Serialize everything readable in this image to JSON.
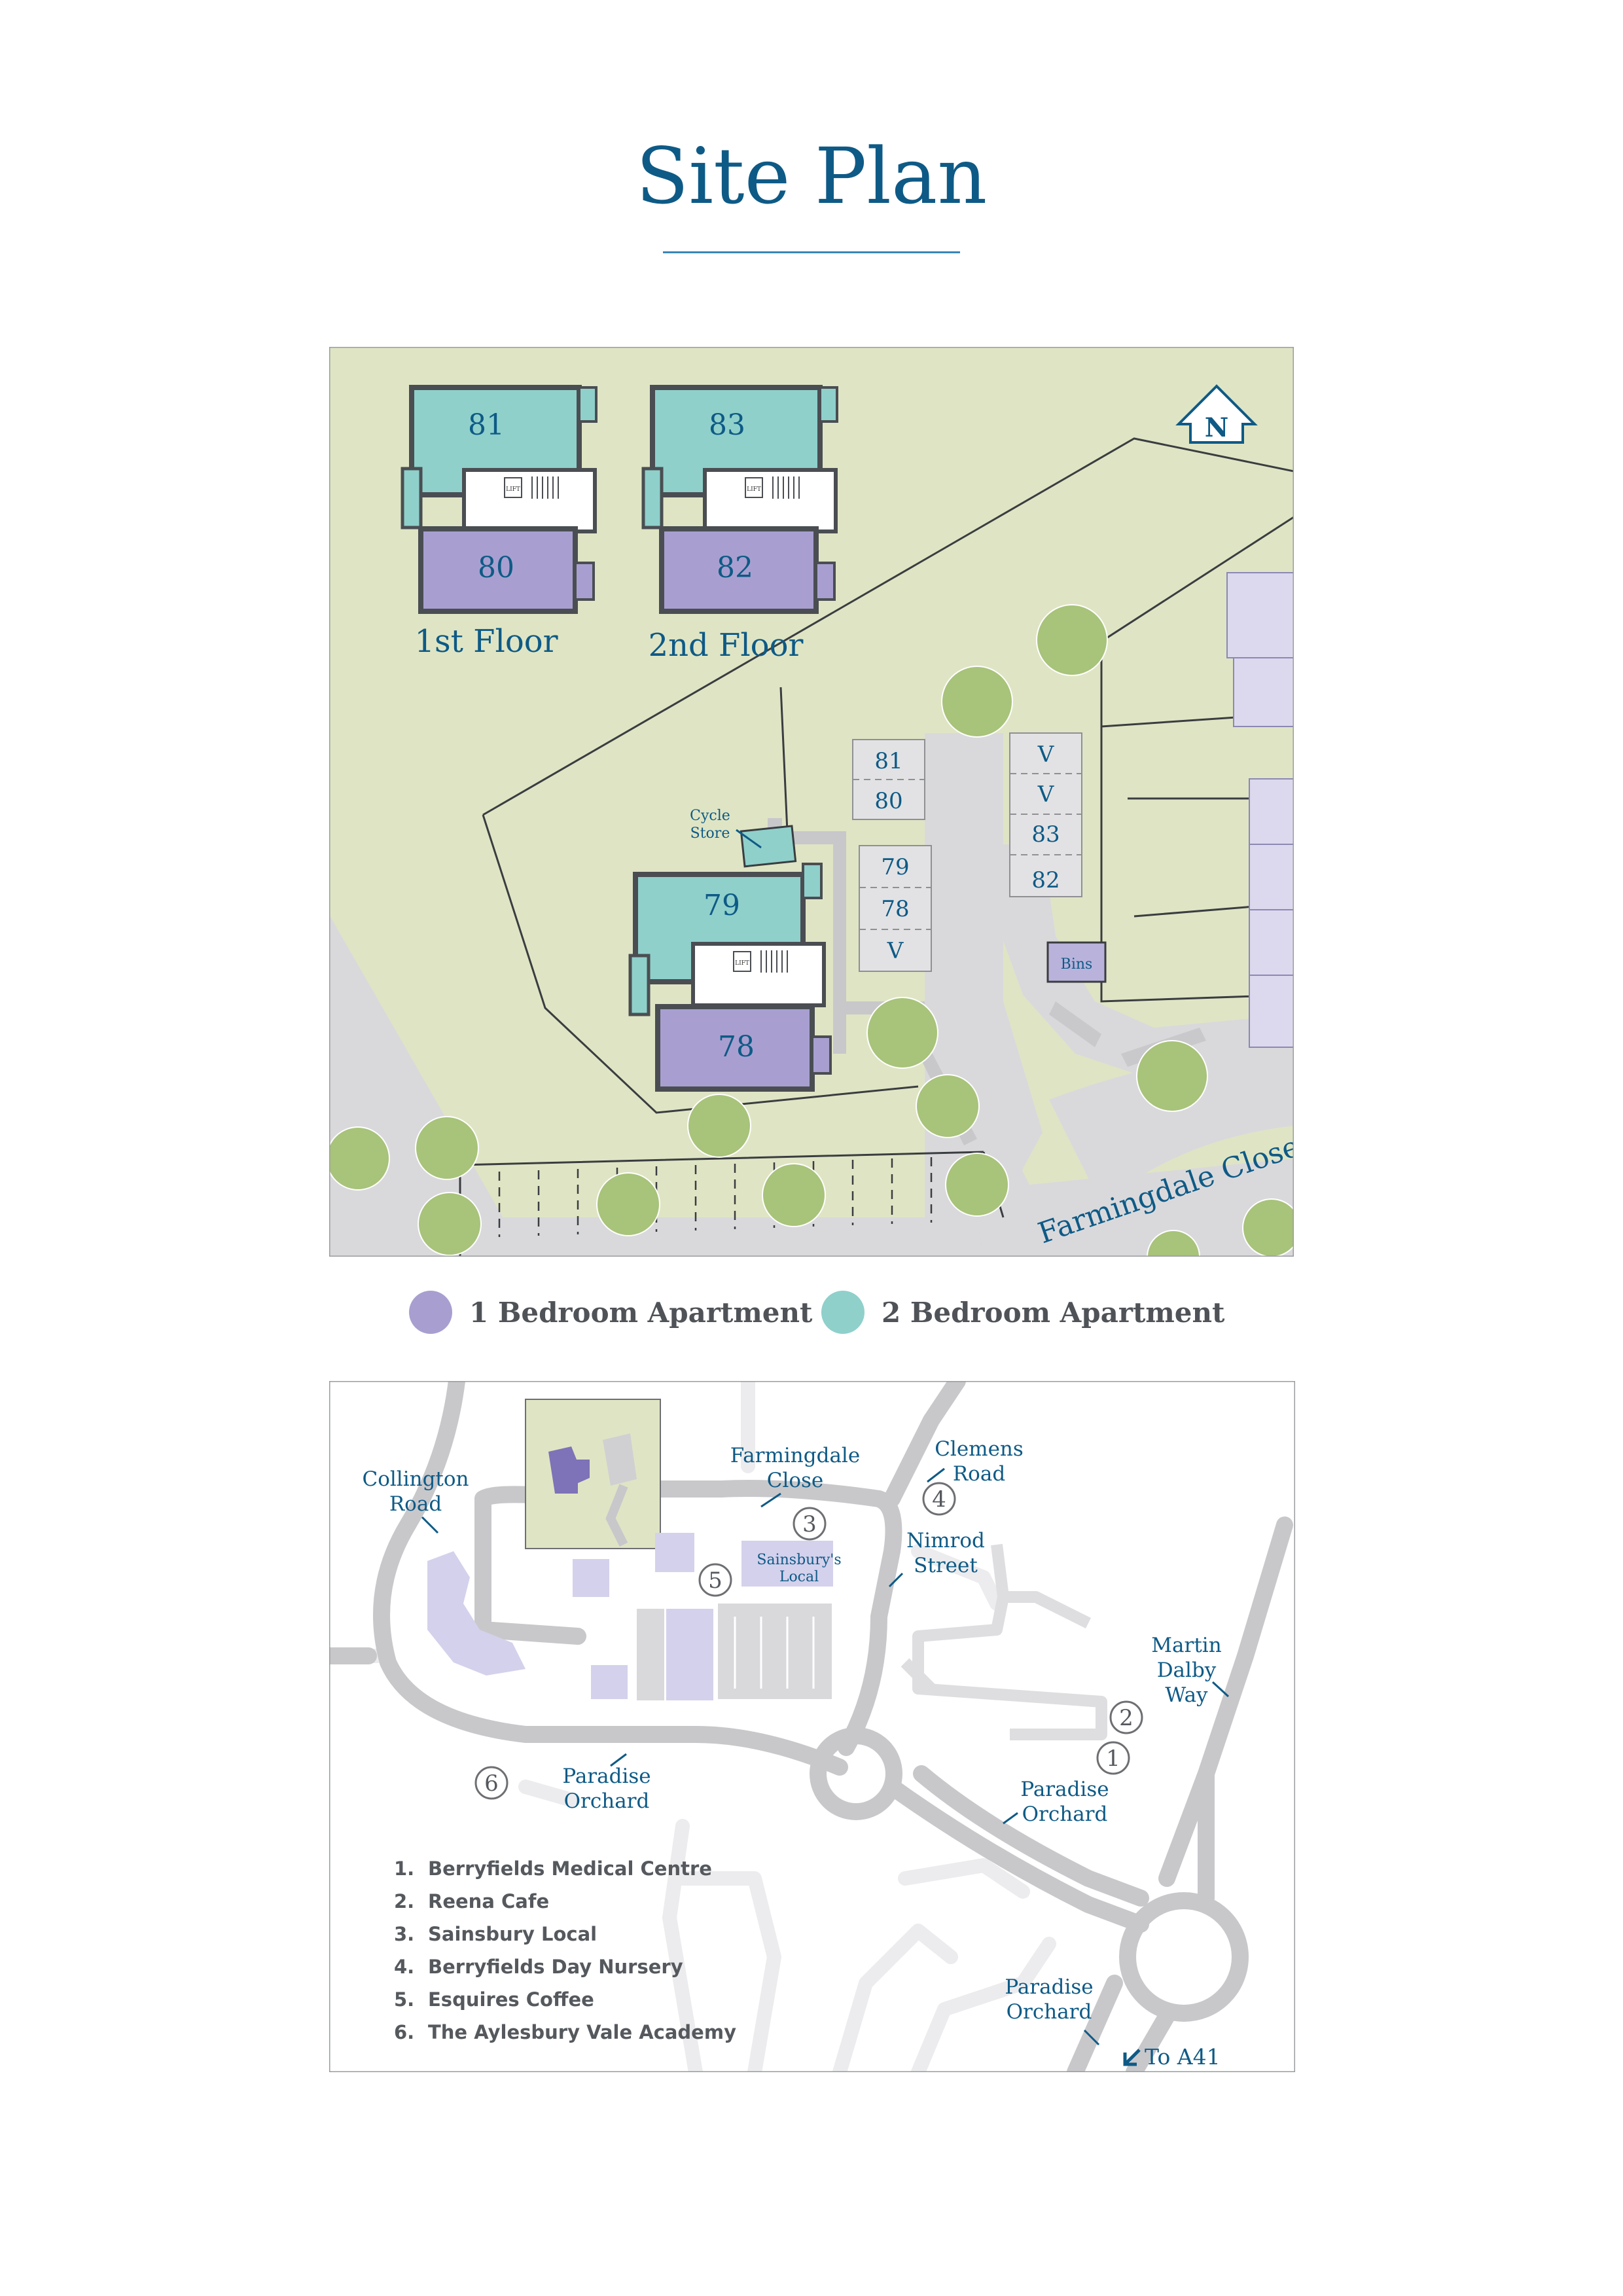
{
  "page_title": "Site Plan",
  "site_plan": {
    "floors": [
      {
        "label": "1st Floor",
        "upper_unit": "81",
        "lower_unit": "80"
      },
      {
        "label": "2nd Floor",
        "upper_unit": "83",
        "lower_unit": "82"
      }
    ],
    "ground_block": {
      "upper_unit": "79",
      "lower_unit": "78"
    },
    "lift_label": "LIFT",
    "north_label": "N",
    "cycle_store_label": [
      "Cycle",
      "Store"
    ],
    "bins_label": "Bins",
    "parking_left": [
      "81",
      "80"
    ],
    "parking_middle": [
      "79",
      "78",
      "V"
    ],
    "parking_right": [
      "V",
      "V",
      "83",
      "82"
    ],
    "road_label": "Farmingdale Close"
  },
  "legend": [
    {
      "label": "1 Bedroom Apartment",
      "color": "#a89fd0"
    },
    {
      "label": "2 Bedroom Apartment",
      "color": "#8fd0cb"
    }
  ],
  "colors": {
    "one_bed": "#a89fd0",
    "two_bed": "#8fd0cb",
    "grass": "#dfe5c4",
    "road": "#d9d9dc",
    "tree": "#a8c37a",
    "text_blue": "#0e5a86"
  },
  "location_map": {
    "road_labels": {
      "collington": [
        "Collington",
        "Road"
      ],
      "farmingdale": [
        "Farmingdale",
        "Close"
      ],
      "clemens": [
        "Clemens",
        "Road"
      ],
      "nimrod": [
        "Nimrod",
        "Street"
      ],
      "martin": [
        "Martin",
        "Dalby",
        "Way"
      ],
      "paradise_1": [
        "Paradise",
        "Orchard"
      ],
      "paradise_2": [
        "Paradise",
        "Orchard"
      ],
      "paradise_3": [
        "Paradise",
        "Orchard"
      ]
    },
    "sainsburys_label": [
      "Sainsbury's",
      "Local"
    ],
    "to_a41": "To A41",
    "markers": [
      "1",
      "2",
      "3",
      "4",
      "5",
      "6"
    ],
    "places": [
      {
        "num": "1.",
        "name": "Berryfields Medical Centre"
      },
      {
        "num": "2.",
        "name": "Reena Cafe"
      },
      {
        "num": "3.",
        "name": "Sainsbury Local"
      },
      {
        "num": "4.",
        "name": "Berryfields Day Nursery"
      },
      {
        "num": "5.",
        "name": "Esquires Coffee"
      },
      {
        "num": "6.",
        "name": "The Aylesbury Vale Academy"
      }
    ]
  }
}
